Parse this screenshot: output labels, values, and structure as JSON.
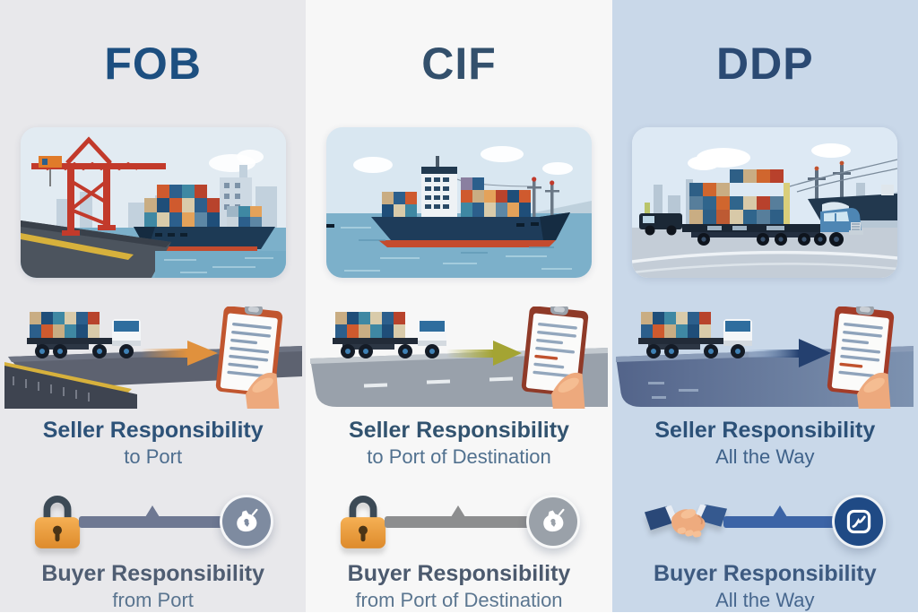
{
  "columns": [
    {
      "code": "FOB",
      "panel_background": "#e8e8eb",
      "title_color": "#1d4f80",
      "main_illustration": "port-crane-loading-container-ship-illustration",
      "handover_illustration": "truck-arrow-clipboard-illustration",
      "arrow_color": "#e0913d",
      "seller_title": "Seller Responsibility",
      "seller_scope": "to Port",
      "buyer_title": "Buyer Responsibility",
      "buyer_scope": "from Port",
      "timeline": {
        "start_icon": "padlock-icon",
        "end_icon": "money-bag-icon",
        "bar_color": "#6e7892",
        "end_circle_color": "#7e8ba0"
      }
    },
    {
      "code": "CIF",
      "panel_background": "#f7f7f7",
      "title_color": "#33506c",
      "main_illustration": "container-ship-at-sea-illustration",
      "handover_illustration": "truck-arrow-clipboard-illustration",
      "arrow_color": "#a4a433",
      "seller_title": "Seller Responsibility",
      "seller_scope": "to Port of Destination",
      "buyer_title": "Buyer Responsibility",
      "buyer_scope": "from Port of Destination",
      "timeline": {
        "start_icon": "padlock-icon",
        "end_icon": "money-bag-icon",
        "bar_color": "#8d8e8f",
        "end_circle_color": "#9aa1a9"
      }
    },
    {
      "code": "DDP",
      "panel_background": "#c9d8e9",
      "title_color": "#2b4a73",
      "main_illustration": "container-truck-at-port-illustration",
      "handover_illustration": "truck-arrow-clipboard-illustration",
      "arrow_color": "#24406f",
      "seller_title": "Seller Responsibility",
      "seller_scope": "All the Way",
      "buyer_title": "Buyer Responsibility",
      "buyer_scope": "All the Way",
      "timeline": {
        "start_icon": "handshake-icon",
        "end_icon": "trend-chart-icon",
        "bar_color": "#3c64a6",
        "end_circle_color": "#1f4a85"
      }
    }
  ]
}
